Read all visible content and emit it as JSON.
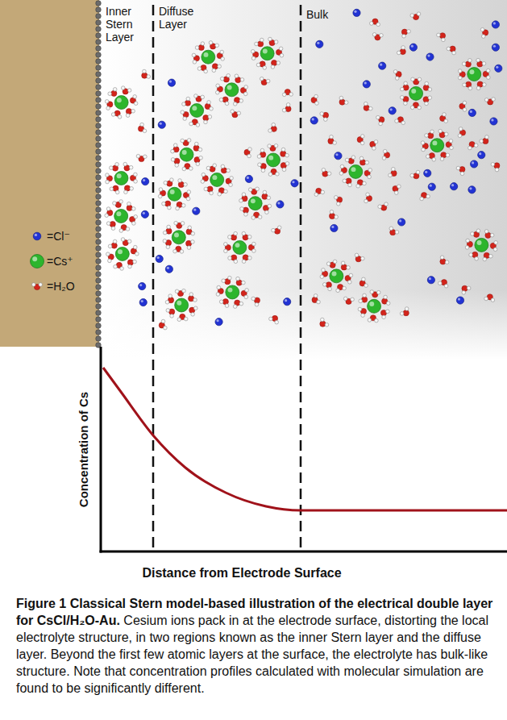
{
  "diagram": {
    "title": "Figure 1 Classical Stern model-based illustration of the electrical double layer for CsCl/H₂O-Au.",
    "caption": "Cesium ions pack in at the electrode surface, distorting the local electrolyte structure, in two regions known as the inner Stern layer and the diffuse layer. Beyond the first few atomic layers at the surface, the electrolyte has bulk-like structure. Note that concentration profiles calculated with molecular simulation are found to be significantly different.",
    "labels": [
      "Inner Stern Layer",
      "Diffuse Layer",
      "Bulk",
      "Concentration of Cs",
      "Distance from Electrode Surface"
    ],
    "legend": [
      {
        "text": "=Cl⁻",
        "color": "#2233d4"
      },
      {
        "text": "=Cs⁺",
        "color": "#2db52d"
      },
      {
        "text": "=H₂O"
      }
    ]
  }
}
